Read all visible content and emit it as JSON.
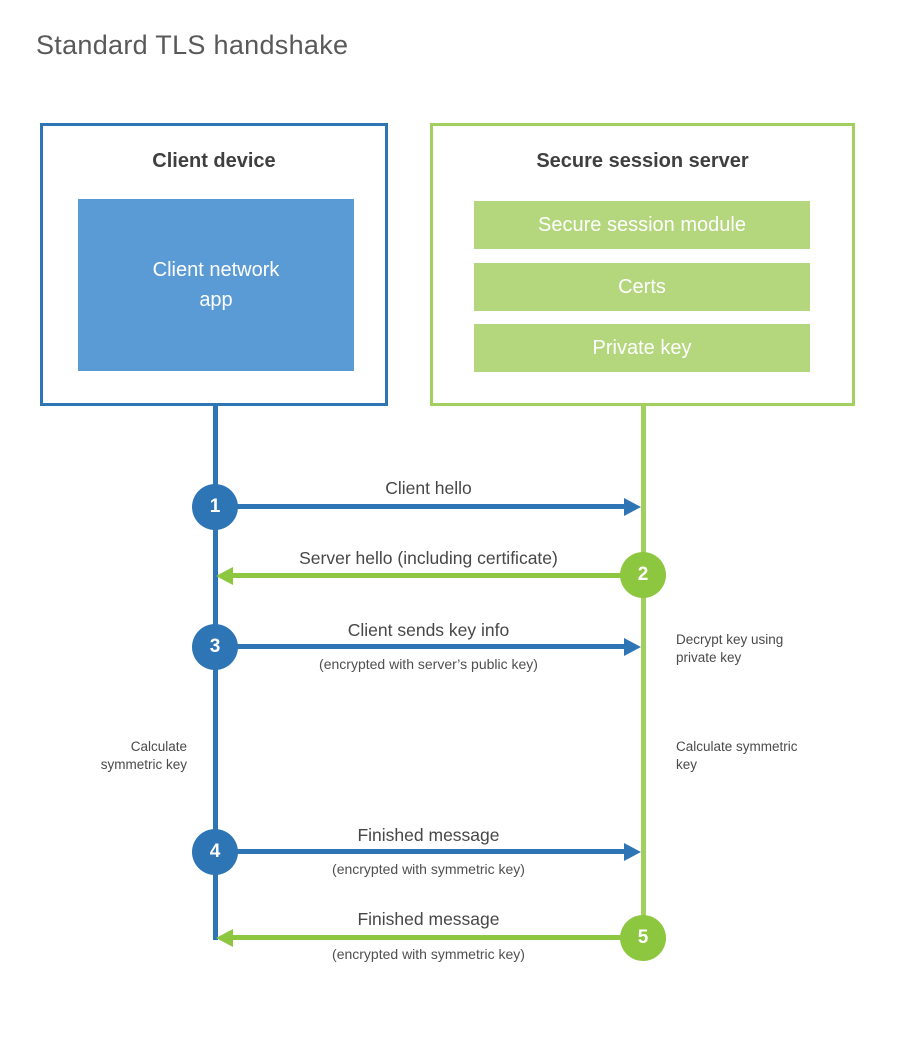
{
  "title": "Standard TLS handshake",
  "colors": {
    "blue_accent": "#2e75b6",
    "blue_fill": "#5b9bd5",
    "green_border": "#a3cf5e",
    "green_accent": "#8dc63f",
    "green_fill": "#b4d77d",
    "text_dark": "#3f3f3f",
    "text_gray": "#595959"
  },
  "client": {
    "header": "Client device",
    "app_label": "Client network app"
  },
  "server": {
    "header": "Secure session server",
    "modules": [
      "Secure session module",
      "Certs",
      "Private key"
    ]
  },
  "steps": [
    {
      "num": "1",
      "label": "Client hello",
      "sub": "",
      "direction": "client-to-server"
    },
    {
      "num": "2",
      "label": "Server hello (including certificate)",
      "sub": "",
      "direction": "server-to-client"
    },
    {
      "num": "3",
      "label": "Client sends key info",
      "sub": "(encrypted with server’s public key)",
      "direction": "client-to-server"
    },
    {
      "num": "4",
      "label": "Finished message",
      "sub": "(encrypted with symmetric key)",
      "direction": "client-to-server"
    },
    {
      "num": "5",
      "label": "Finished message",
      "sub": "(encrypted with symmetric key)",
      "direction": "server-to-client"
    }
  ],
  "notes": {
    "decrypt_key": "Decrypt key using private key",
    "calc_symmetric_right": "Calculate symmetric key",
    "calc_symmetric_left": "Calculate symmetric key"
  }
}
